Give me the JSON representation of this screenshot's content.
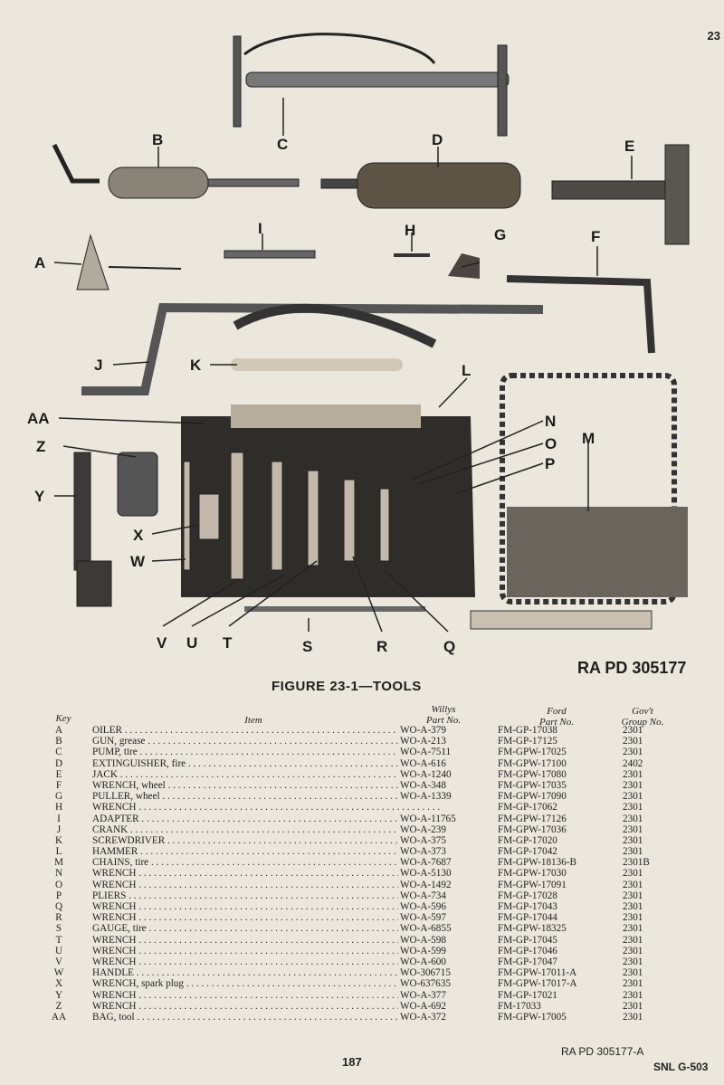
{
  "page": {
    "page_number": "23",
    "figure_id": "RA  PD 305177",
    "figure_title": "FIGURE 23-1—TOOLS",
    "footer_page": "187",
    "footer_ra": "RA  PD  305177-A",
    "footer_snl": "SNL  G-503"
  },
  "callouts": [
    "A",
    "B",
    "C",
    "D",
    "E",
    "F",
    "G",
    "H",
    "I",
    "J",
    "K",
    "L",
    "M",
    "N",
    "O",
    "P",
    "Q",
    "R",
    "S",
    "T",
    "U",
    "V",
    "W",
    "X",
    "Y",
    "Z",
    "AA"
  ],
  "table": {
    "headers": {
      "key": "Key",
      "item": "Item",
      "willys": [
        "Willys",
        "Part No."
      ],
      "ford": [
        "Ford",
        "Part No."
      ],
      "gov": [
        "Gov't",
        "Group No."
      ]
    },
    "rows": [
      {
        "key": "A",
        "item": "OILER",
        "willys": "WO-A-379",
        "ford": "FM-GP-17038",
        "gov": "2301"
      },
      {
        "key": "B",
        "item": "GUN, grease",
        "willys": "WO-A-213",
        "ford": "FM-GP-17125",
        "gov": "2301"
      },
      {
        "key": "C",
        "item": "PUMP, tire",
        "willys": "WO-A-7511",
        "ford": "FM-GPW-17025",
        "gov": "2301"
      },
      {
        "key": "D",
        "item": "EXTINGUISHER, fire",
        "willys": "WO-A-616",
        "ford": "FM-GPW-17100",
        "gov": "2402"
      },
      {
        "key": "E",
        "item": "JACK",
        "willys": "WO-A-1240",
        "ford": "FM-GPW-17080",
        "gov": "2301"
      },
      {
        "key": "F",
        "item": "WRENCH, wheel",
        "willys": "WO-A-348",
        "ford": "FM-GPW-17035",
        "gov": "2301"
      },
      {
        "key": "G",
        "item": "PULLER, wheel",
        "willys": "WO-A-1339",
        "ford": "FM-GPW-17090",
        "gov": "2301"
      },
      {
        "key": "H",
        "item": "WRENCH",
        "willys": "",
        "ford": "FM-GP-17062",
        "gov": "2301"
      },
      {
        "key": "I",
        "item": "ADAPTER",
        "willys": "WO-A-11765",
        "ford": "FM-GPW-17126",
        "gov": "2301"
      },
      {
        "key": "J",
        "item": "CRANK",
        "willys": "WO-A-239",
        "ford": "FM-GPW-17036",
        "gov": "2301"
      },
      {
        "key": "K",
        "item": "SCREWDRIVER",
        "willys": "WO-A-375",
        "ford": "FM-GP-17020",
        "gov": "2301"
      },
      {
        "key": "L",
        "item": "HAMMER",
        "willys": "WO-A-373",
        "ford": "FM-GP-17042",
        "gov": "2301"
      },
      {
        "key": "M",
        "item": "CHAINS, tire",
        "willys": "WO-A-7687",
        "ford": "FM-GPW-18136-B",
        "gov": "2301B"
      },
      {
        "key": "N",
        "item": "WRENCH",
        "willys": "WO-A-5130",
        "ford": "FM-GPW-17030",
        "gov": "2301"
      },
      {
        "key": "O",
        "item": "WRENCH",
        "willys": "WO-A-1492",
        "ford": "FM-GPW-17091",
        "gov": "2301"
      },
      {
        "key": "P",
        "item": "PLIERS",
        "willys": "WO-A-734",
        "ford": "FM-GP-17028",
        "gov": "2301"
      },
      {
        "key": "Q",
        "item": "WRENCH",
        "willys": "WO-A-596",
        "ford": "FM-GP-17043",
        "gov": "2301"
      },
      {
        "key": "R",
        "item": "WRENCH",
        "willys": "WO-A-597",
        "ford": "FM-GP-17044",
        "gov": "2301"
      },
      {
        "key": "S",
        "item": "GAUGE, tire",
        "willys": "WO-A-6855",
        "ford": "FM-GPW-18325",
        "gov": "2301"
      },
      {
        "key": "T",
        "item": "WRENCH",
        "willys": "WO-A-598",
        "ford": "FM-GP-17045",
        "gov": "2301"
      },
      {
        "key": "U",
        "item": "WRENCH",
        "willys": "WO-A-599",
        "ford": "FM-GP-17046",
        "gov": "2301"
      },
      {
        "key": "V",
        "item": "WRENCH",
        "willys": "WO-A-600",
        "ford": "FM-GP-17047",
        "gov": "2301"
      },
      {
        "key": "W",
        "item": "HANDLE",
        "willys": "WO-306715",
        "ford": "FM-GPW-17011-A",
        "gov": "2301"
      },
      {
        "key": "X",
        "item": "WRENCH, spark plug",
        "willys": "WO-637635",
        "ford": "FM-GPW-17017-A",
        "gov": "2301"
      },
      {
        "key": "Y",
        "item": "WRENCH",
        "willys": "WO-A-377",
        "ford": "FM-GP-17021",
        "gov": "2301"
      },
      {
        "key": "Z",
        "item": "WRENCH",
        "willys": "WO-A-692",
        "ford": "FM-17033",
        "gov": "2301"
      },
      {
        "key": "AA",
        "item": "BAG, tool",
        "willys": "WO-A-372",
        "ford": "FM-GPW-17005",
        "gov": "2301"
      }
    ]
  }
}
